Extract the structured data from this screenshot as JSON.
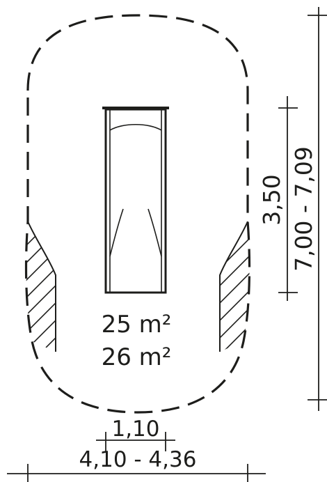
{
  "labels": {
    "area_min": "25 m²",
    "area_max": "26 m²",
    "slide_length": "3,50",
    "total_length": "7,00 - 7,09",
    "slide_width": "1,10",
    "total_width": "4,10 - 4,36"
  },
  "colors": {
    "ink": "#1d1d1b",
    "background": "#ffffff"
  }
}
